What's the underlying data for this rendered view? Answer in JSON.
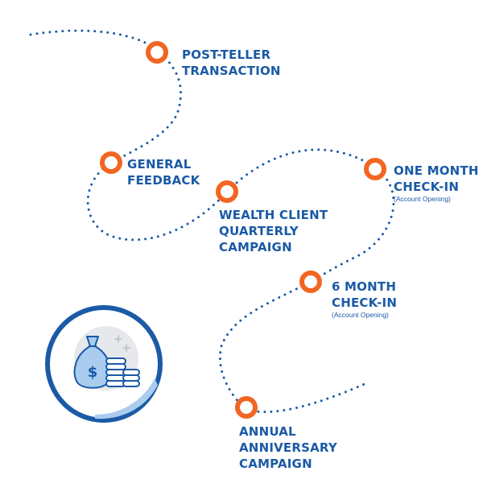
{
  "colors": {
    "path": "#1a5aa6",
    "marker": "#f26522",
    "text": "#1a5aa6",
    "bag": "#a9ccef",
    "badge_ring": "#1a5aa6"
  },
  "icon": {
    "name": "money-bag-icon",
    "symbol": "$"
  },
  "milestones": [
    {
      "id": "post-teller",
      "lines": [
        "POST-TELLER",
        "TRANSACTION"
      ],
      "sub": ""
    },
    {
      "id": "general-feedback",
      "lines": [
        "GENERAL",
        "FEEDBACK"
      ],
      "sub": ""
    },
    {
      "id": "wealth-client",
      "lines": [
        "WEALTH CLIENT",
        "QUARTERLY",
        "CAMPAIGN"
      ],
      "sub": ""
    },
    {
      "id": "one-month",
      "lines": [
        "ONE MONTH",
        "CHECK-IN"
      ],
      "sub": "(Account Opening)"
    },
    {
      "id": "six-month",
      "lines": [
        "6 MONTH",
        "CHECK-IN"
      ],
      "sub": "(Account Opening)"
    },
    {
      "id": "annual",
      "lines": [
        "ANNUAL",
        "ANNIVERSARY",
        "CAMPAIGN"
      ],
      "sub": ""
    }
  ]
}
